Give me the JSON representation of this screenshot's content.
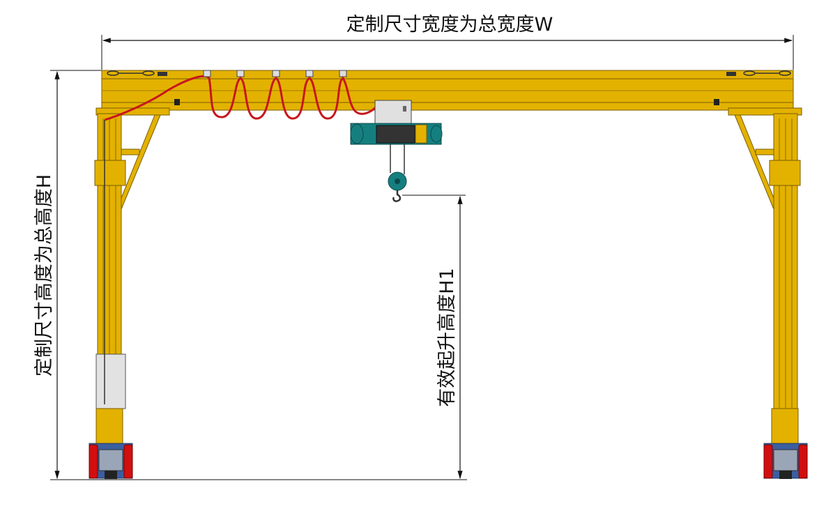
{
  "labels": {
    "total_width": "定制尺寸宽度为总宽度W",
    "total_height": "定制尺寸高度为总高度H",
    "lift_height": "有效起升高度H1"
  },
  "colors": {
    "frame": "#E3B200",
    "frame_edge": "#8a6a00",
    "cable": "#C8161D",
    "hoist_motor": "#157F80",
    "control_box": "#E0E0E0",
    "wheel": "#D10F0F",
    "base": "#3A5FA0",
    "dimension": "#111111"
  },
  "icons": {
    "hoist": "electric-hoist-icon",
    "hook": "crane-hook-icon",
    "wheel": "wheel-icon"
  }
}
